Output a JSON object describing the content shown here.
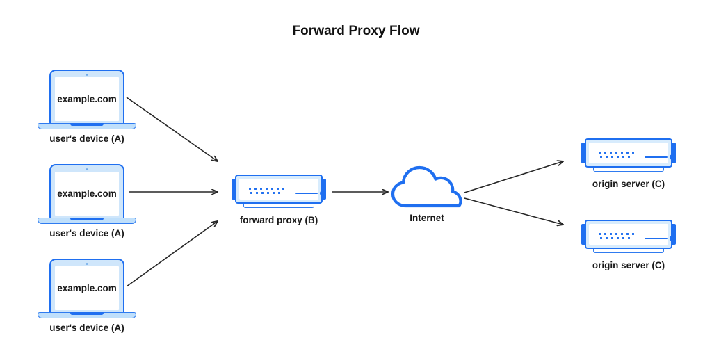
{
  "title": "Forward Proxy Flow",
  "colors": {
    "accent_blue": "#1f6ff0",
    "light_blue_fill": "#cfe6fb",
    "pale_blue_fill": "#d8ecfd",
    "screen_white": "#ffffff",
    "arrow_black": "#262626",
    "text_dark": "#1a1a1a"
  },
  "nodes": {
    "clients": [
      {
        "screen_text": "example.com",
        "label": "user's device (A)",
        "icon": "laptop-icon"
      },
      {
        "screen_text": "example.com",
        "label": "user's device (A)",
        "icon": "laptop-icon"
      },
      {
        "screen_text": "example.com",
        "label": "user's device (A)",
        "icon": "laptop-icon"
      }
    ],
    "proxy": {
      "label": "forward proxy (B)",
      "icon": "server-icon"
    },
    "internet": {
      "label": "Internet",
      "icon": "cloud-icon"
    },
    "origins": [
      {
        "label": "origin server (C)",
        "icon": "server-icon"
      },
      {
        "label": "origin server (C)",
        "icon": "server-icon"
      }
    ]
  },
  "edges": [
    {
      "from": "user's device (A) top",
      "to": "forward proxy (B)",
      "style": "solid-arrow"
    },
    {
      "from": "user's device (A) middle",
      "to": "forward proxy (B)",
      "style": "solid-arrow"
    },
    {
      "from": "user's device (A) bottom",
      "to": "forward proxy (B)",
      "style": "solid-arrow"
    },
    {
      "from": "forward proxy (B)",
      "to": "Internet",
      "style": "solid-arrow"
    },
    {
      "from": "Internet",
      "to": "origin server (C) top",
      "style": "solid-arrow"
    },
    {
      "from": "Internet",
      "to": "origin server (C) bottom",
      "style": "solid-arrow"
    }
  ]
}
